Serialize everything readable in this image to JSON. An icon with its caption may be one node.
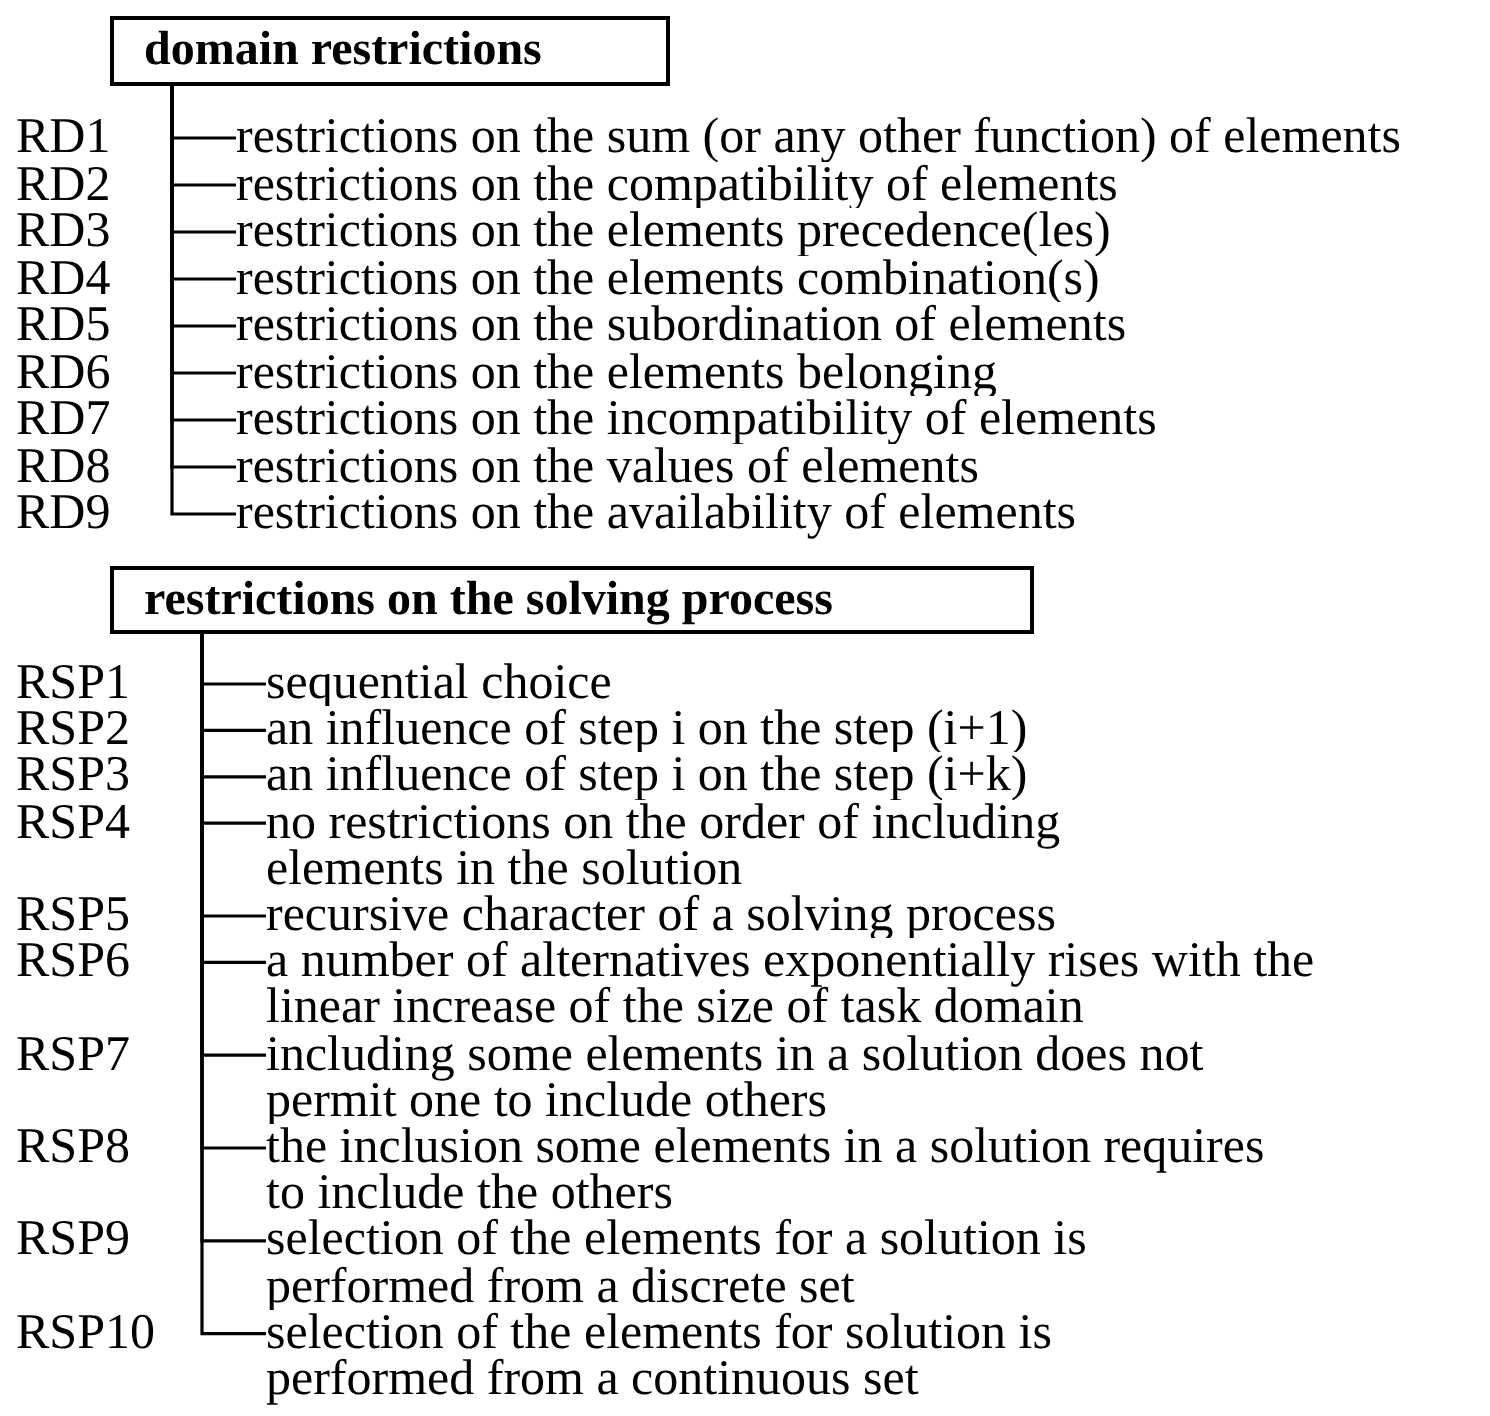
{
  "diagram": {
    "nodes": [
      {
        "text": [
          "domain restrictions"
        ]
      },
      {
        "text": [
          "restrictions on the sum (or any other function) of elements"
        ]
      },
      {
        "text": [
          "restrictions on the compatibility of elements"
        ]
      },
      {
        "text": [
          "restrictions on the elements precedence(les)"
        ]
      },
      {
        "text": [
          "restrictions on the elements combination(s)"
        ]
      },
      {
        "text": [
          "restrictions on the subordination of elements"
        ]
      },
      {
        "text": [
          "restrictions on the elements belonging"
        ]
      },
      {
        "text": [
          "restrictions on the incompatibility of elements"
        ]
      },
      {
        "text": [
          "restrictions on the values of elements"
        ]
      },
      {
        "text": [
          "restrictions on the availability of elements"
        ]
      },
      {
        "text": [
          "restrictions on the solving process"
        ]
      },
      {
        "text": [
          "sequential choice"
        ]
      },
      {
        "text": [
          "an influence of step i on the step (i+1)"
        ]
      },
      {
        "text": [
          "an influence of step i on the step (i+k)"
        ]
      },
      {
        "text": [
          "no restrictions on the order of including elements in the solution"
        ]
      },
      {
        "text": [
          "recursive character of a solving process"
        ]
      },
      {
        "text": [
          "a number of alternatives exponentially rises with the linear increase of the size of task domain"
        ]
      },
      {
        "text": [
          "including some elements in a solution does not permit one to include others"
        ]
      },
      {
        "text": [
          "the inclusion some elements in a solution requires to include the others"
        ]
      },
      {
        "text": [
          "selection of the elements for a solution is performed from a discrete set"
        ]
      },
      {
        "text": [
          "selection of the elements for solution is performed from a continuous set"
        ]
      }
    ],
    "labels": [
      "RD1",
      "RD2",
      "RD3",
      "RD4",
      "RD5",
      "RD6",
      "RD7",
      "RD8",
      "RD9",
      "RSP1",
      "RSP2",
      "RSP3",
      "RSP4",
      "RSP5",
      "RSP6",
      "RSP7",
      "RSP8",
      "RSP9",
      "RSP10"
    ],
    "edges": [
      {
        "from": 0,
        "to": 1,
        "arrow": "none"
      },
      {
        "from": 0,
        "to": 2,
        "arrow": "none"
      },
      {
        "from": 0,
        "to": 3,
        "arrow": "none"
      },
      {
        "from": 0,
        "to": 4,
        "arrow": "none"
      },
      {
        "from": 0,
        "to": 5,
        "arrow": "none"
      },
      {
        "from": 0,
        "to": 6,
        "arrow": "none"
      },
      {
        "from": 0,
        "to": 7,
        "arrow": "none"
      },
      {
        "from": 0,
        "to": 8,
        "arrow": "none"
      },
      {
        "from": 0,
        "to": 9,
        "arrow": "none"
      },
      {
        "from": 10,
        "to": 11,
        "arrow": "none"
      },
      {
        "from": 10,
        "to": 12,
        "arrow": "none"
      },
      {
        "from": 10,
        "to": 13,
        "arrow": "none"
      },
      {
        "from": 10,
        "to": 14,
        "arrow": "none"
      },
      {
        "from": 10,
        "to": 15,
        "arrow": "none"
      },
      {
        "from": 10,
        "to": 16,
        "arrow": "none"
      },
      {
        "from": 10,
        "to": 17,
        "arrow": "none"
      },
      {
        "from": 10,
        "to": 18,
        "arrow": "none"
      },
      {
        "from": 10,
        "to": 19,
        "arrow": "none"
      },
      {
        "from": 10,
        "to": 20,
        "arrow": "none"
      }
    ]
  }
}
